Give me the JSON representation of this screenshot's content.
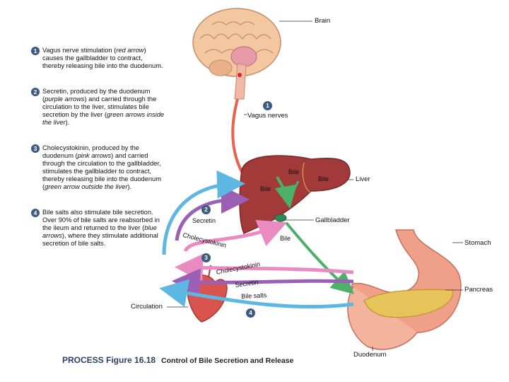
{
  "steps": [
    {
      "num": "1",
      "text_a": "Vagus nerve stimulation (",
      "em_a": "red arrow",
      "text_b": ") causes the gallbladder to contract, thereby releasing bile into the duodenum.",
      "em_b": "",
      "text_c": ""
    },
    {
      "num": "2",
      "text_a": "Secretin, produced by the duodenum (",
      "em_a": "purple arrows",
      "text_b": ") and carried through the circulation to the liver, stimulates bile secretion by the liver (",
      "em_b": "green arrows inside the liver",
      "text_c": ")."
    },
    {
      "num": "3",
      "text_a": "Cholecystokinin, produced by the duodenum (",
      "em_a": "pink arrows",
      "text_b": ") and carried through the circulation to the gallbladder, stimulates the gallbladder to contract, thereby releasing bile into the duodenum (",
      "em_b": "green arrow outside the liver",
      "text_c": ")."
    },
    {
      "num": "4",
      "text_a": "Bile salts also stimulate bile secretion. Over 90% of bile salts are reabsorbed in the ileum and returned to the liver (",
      "em_a": "blue arrows",
      "text_b": "), where they stimulate additional secretion of bile salts.",
      "em_b": "",
      "text_c": ""
    }
  ],
  "labels": {
    "brain": "Brain",
    "vagus": "Vagus nerves",
    "bile_top": "Bile",
    "bile_left": "Bile",
    "bile_right": "Bile",
    "bile_bottom": "Bile",
    "liver": "Liver",
    "gallbladder": "Gallbladder",
    "stomach": "Stomach",
    "pancreas": "Pancreas",
    "duodenum": "Duodenum",
    "circulation": "Circulation",
    "secretin_upper": "Secretin",
    "cholecystokinin_upper": "Cholecystokinin",
    "cholecystokinin_lower": "Cholecystokinin",
    "secretin_lower": "Secretin",
    "bile_salts": "Bile salts"
  },
  "badges": {
    "b1": "1",
    "b2": "2",
    "b3": "3",
    "b4": "4"
  },
  "caption": {
    "prefix": "PROCESS Figure 16.18",
    "title": "Control of Bile Secretion and Release"
  },
  "colors": {
    "vagus": "#e8634a",
    "secretin": "#9b5fb5",
    "cck": "#e98bc0",
    "bile_salts": "#5cb7e3",
    "bile_green": "#4caf6a",
    "liver": "#a23a3a",
    "step_badge": "#3d5a80"
  }
}
